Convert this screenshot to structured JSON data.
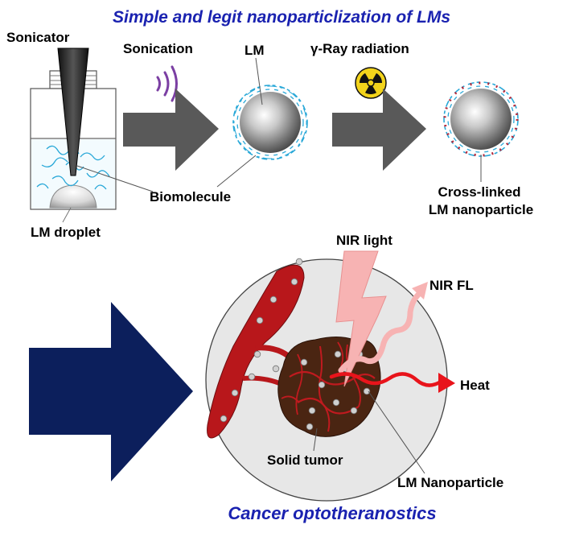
{
  "title_top": "Simple and legit nanoparticlization of LMs",
  "title_bottom": "Cancer optotheranostics",
  "labels": {
    "sonicator": "Sonicator",
    "sonication": "Sonication",
    "lm": "LM",
    "gamma_ray": "γ-Ray radiation",
    "biomolecule": "Biomolecule",
    "lm_droplet": "LM droplet",
    "cross_linked_line1": "Cross-linked",
    "cross_linked_line2": "LM nanoparticle",
    "nir_light": "NIR light",
    "nir_fl": "NIR FL",
    "heat": "Heat",
    "solid_tumor": "Solid tumor",
    "lm_nanoparticle": "LM Nanoparticle"
  },
  "colors": {
    "title": "#1a22b0",
    "process_arrow": "#595959",
    "big_arrow": "#0c1f5c",
    "blood_vessel": "#b8171b",
    "tumor": "#4a2512",
    "nir_light": "#f7b3b3",
    "heat_arrow": "#e8141b",
    "biomolecule": "#29a8d8",
    "crosslink": "#b4283a",
    "sound_wave": "#7b3fa3",
    "radiation_bg": "#f2d31b"
  },
  "icons": [
    "sound-wave-icon",
    "radiation-icon"
  ]
}
